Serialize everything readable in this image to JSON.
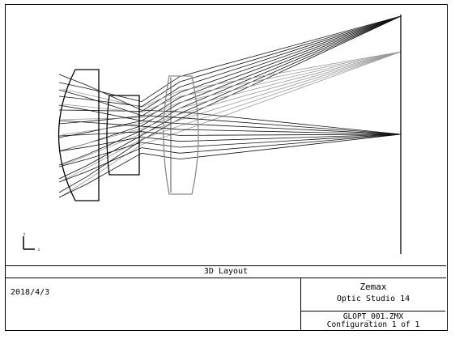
{
  "caption": "3D Layout",
  "date": "2018/4/3",
  "brand": "Zemax",
  "product": "Optic Studio 14",
  "file_name": "GLOPT_001.ZMX",
  "configuration": "Configuration 1 of 1",
  "colors": {
    "ray_primary": "#111111",
    "ray_secondary": "#9a9a9a",
    "lens_outline": "#000000",
    "lens_outline_light": "#9a9a9a"
  },
  "icons": [
    "axis-indicator-icon"
  ]
}
